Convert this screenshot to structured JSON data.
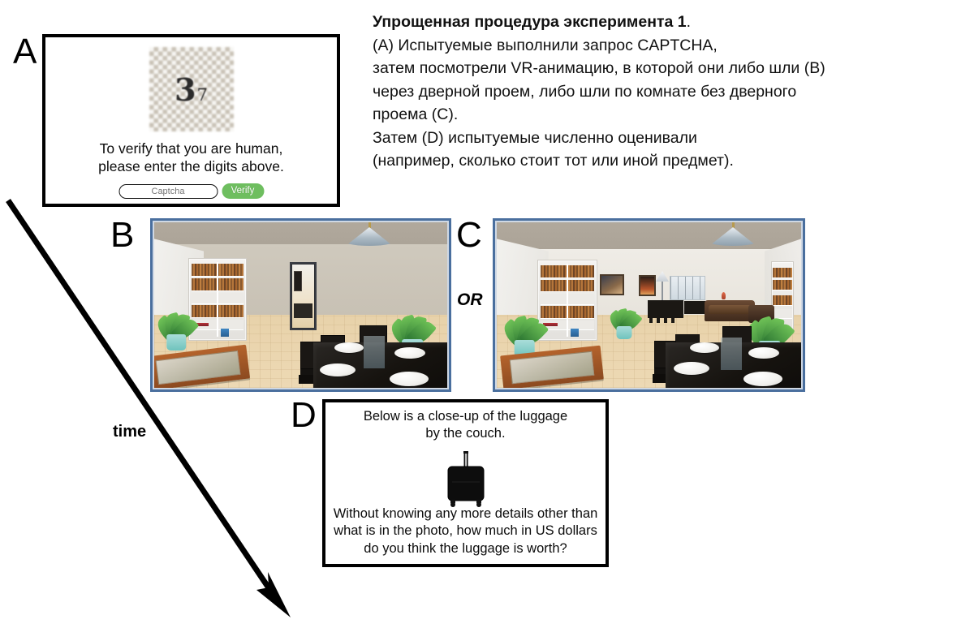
{
  "figure": {
    "caption": {
      "title": "Упрощенная процедура эксперимента 1",
      "title_suffix": ".",
      "lines": [
        "(A) Испытуемые выполнили запрос CAPTCHA,",
        "затем посмотрели VR-анимацию, в которой они либо шли (B)",
        "через дверной проем, либо шли по комнате без дверного",
        "проема (C).",
        "Затем (D) испытуемые численно оценивали",
        "(например, сколько стоит тот или иной предмет)."
      ]
    },
    "time_axis": {
      "label": "time"
    },
    "or_label": "OR",
    "panel_letters": {
      "a": "A",
      "b": "B",
      "c": "C",
      "d": "D"
    }
  },
  "panel_a": {
    "captcha": {
      "digits_large": "3",
      "digits_small": "7",
      "instruction_line_1": "To verify that you are human,",
      "instruction_line_2": "please enter the digits above.",
      "input_placeholder": "Captcha",
      "input_value": "",
      "verify_label": "Verify",
      "verify_color": "#6ebe5f"
    }
  },
  "panel_b": {
    "scene_name": "room-with-doorway",
    "frame_color": "#4a6f9e",
    "objects": [
      "ceiling-lamp",
      "bookshelf",
      "doorway",
      "potted-plant-left",
      "potted-plant-right",
      "coffee-table",
      "dining-table",
      "plates",
      "chairs"
    ]
  },
  "panel_c": {
    "scene_name": "room-without-doorway",
    "frame_color": "#4a6f9e",
    "objects": [
      "ceiling-lamp",
      "bookshelf",
      "paintings",
      "windows",
      "sofa",
      "armchair",
      "far-dining-set",
      "floor-lamp",
      "potted-plant-left",
      "potted-plant-center",
      "potted-plant-right",
      "coffee-table",
      "dining-table",
      "plates",
      "chairs"
    ]
  },
  "panel_d": {
    "prompt_line_1": "Below is a close-up of the luggage",
    "prompt_line_2": "by the couch.",
    "question_line_1": "Without knowing any more details other than",
    "question_line_2": "what is in the photo, how much in US dollars",
    "question_line_3": "do you think the luggage is worth?",
    "item_icon": "suitcase-icon"
  }
}
